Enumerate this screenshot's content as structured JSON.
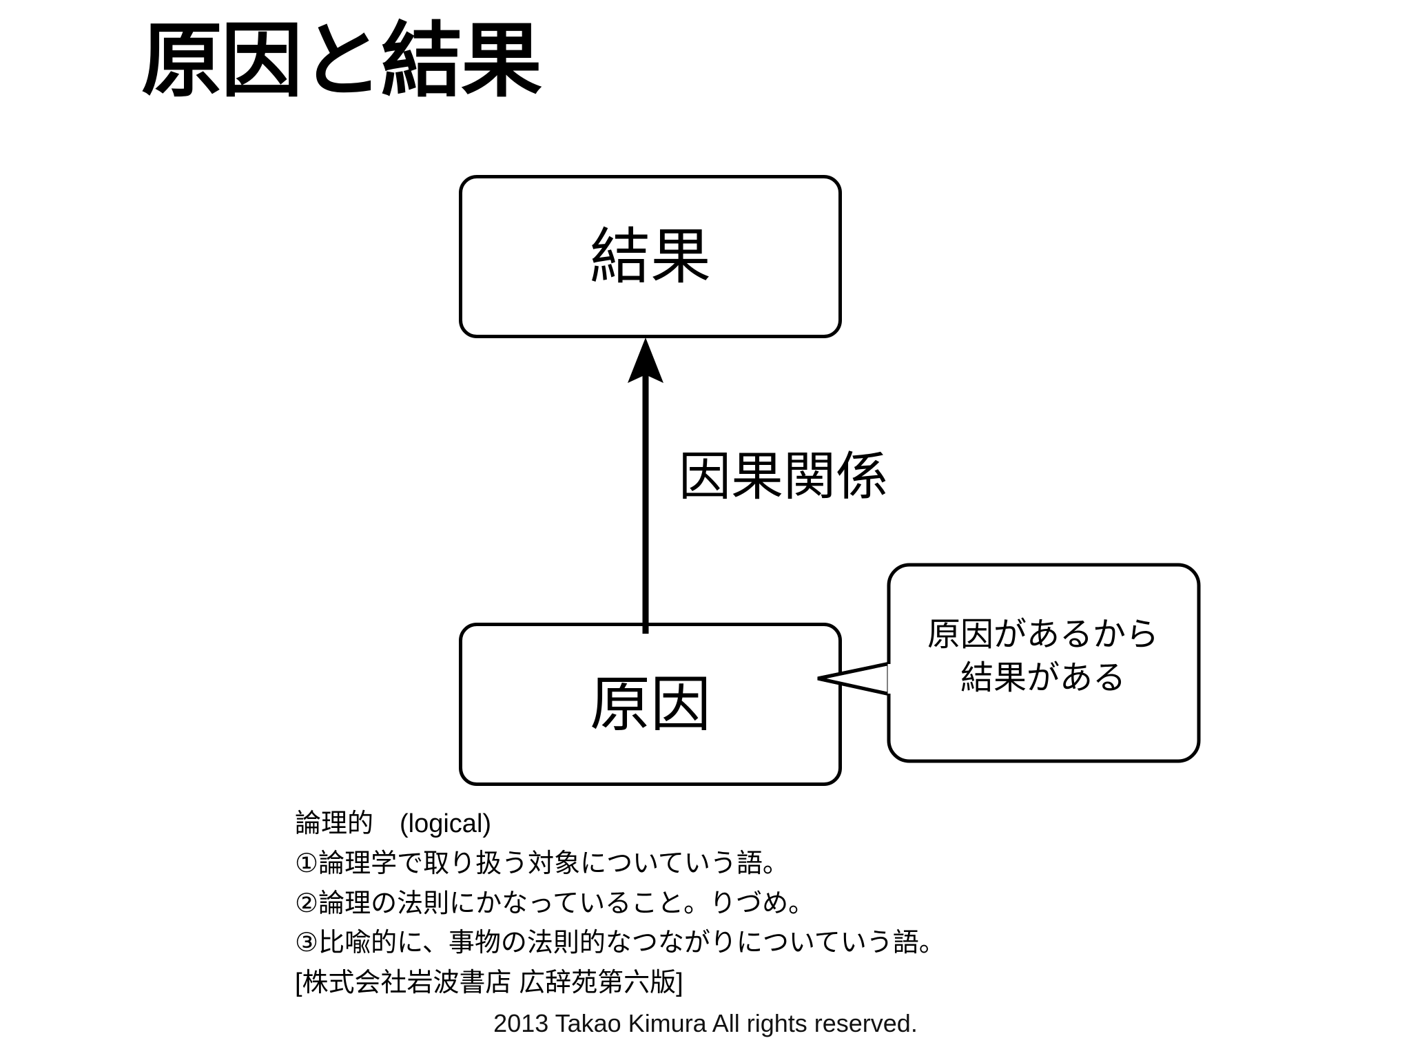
{
  "slide": {
    "title": "原因と結果",
    "background_color": "#ffffff",
    "stroke_color": "#000000"
  },
  "diagram": {
    "nodes": [
      {
        "id": "effect",
        "label": "結果"
      },
      {
        "id": "cause",
        "label": "原因"
      }
    ],
    "edge": {
      "from": "cause",
      "to": "effect",
      "label": "因果関係",
      "arrow_icon": "arrow-up-icon"
    },
    "callout": {
      "target": "cause",
      "lines": [
        "原因があるから",
        "結果がある"
      ]
    }
  },
  "note": {
    "lines": [
      "論理的　(logical)",
      "①論理学で取り扱う対象についていう語。",
      "②論理の法則にかなっていること。りづめ。",
      "③比喩的に、事物の法則的なつながりについていう語。",
      "[株式会社岩波書店 広辞苑第六版]"
    ]
  },
  "footer": {
    "copyright": "2013 Takao Kimura All rights reserved."
  }
}
